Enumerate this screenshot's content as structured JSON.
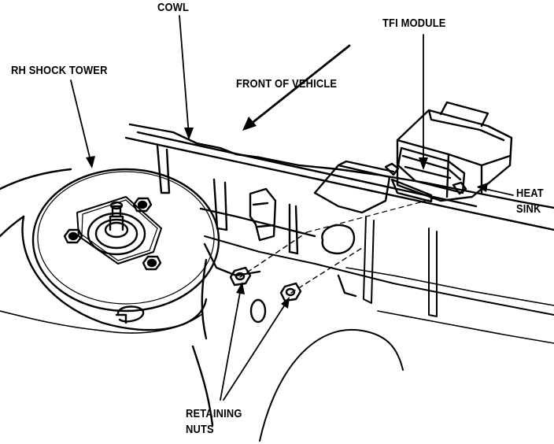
{
  "labels": {
    "cowl": "COWL",
    "tfi_module": "TFI MODULE",
    "rh_shock_tower": "RH SHOCK TOWER",
    "front_of_vehicle": "FRONT OF VEHICLE",
    "heat_sink_line1": "HEAT",
    "heat_sink_line2": "SINK",
    "retaining_nuts_line1": "RETAINING",
    "retaining_nuts_line2": "NUTS"
  },
  "colors": {
    "ink": "#000000",
    "paper": "#ffffff"
  }
}
